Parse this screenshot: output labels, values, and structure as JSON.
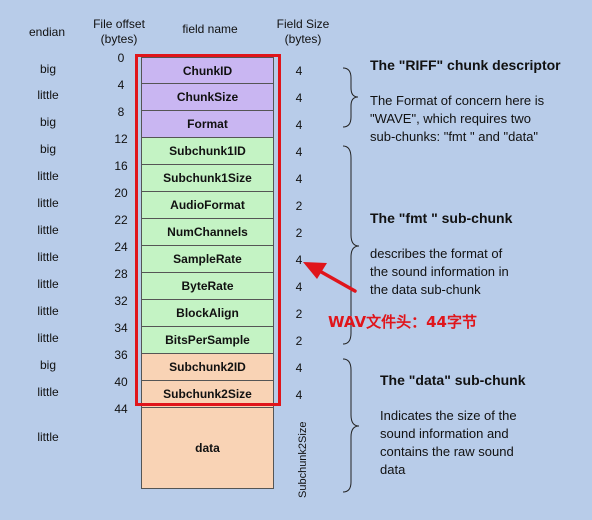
{
  "headers": {
    "endian": "endian",
    "offset_line1": "File offset",
    "offset_line2": "(bytes)",
    "field": "field name",
    "size_line1": "Field Size",
    "size_line2": "(bytes)"
  },
  "offsets": [
    "0",
    "4",
    "8",
    "12",
    "16",
    "20",
    "22",
    "24",
    "28",
    "32",
    "34",
    "36",
    "40",
    "44"
  ],
  "rows": [
    {
      "endian": "big",
      "name": "ChunkID",
      "size": "4"
    },
    {
      "endian": "little",
      "name": "ChunkSize",
      "size": "4"
    },
    {
      "endian": "big",
      "name": "Format",
      "size": "4"
    },
    {
      "endian": "big",
      "name": "Subchunk1ID",
      "size": "4"
    },
    {
      "endian": "little",
      "name": "Subchunk1Size",
      "size": "4"
    },
    {
      "endian": "little",
      "name": "AudioFormat",
      "size": "2"
    },
    {
      "endian": "little",
      "name": "NumChannels",
      "size": "2"
    },
    {
      "endian": "little",
      "name": "SampleRate",
      "size": "4"
    },
    {
      "endian": "little",
      "name": "ByteRate",
      "size": "4"
    },
    {
      "endian": "little",
      "name": "BlockAlign",
      "size": "2"
    },
    {
      "endian": "little",
      "name": "BitsPerSample",
      "size": "2"
    },
    {
      "endian": "big",
      "name": "Subchunk2ID",
      "size": "4"
    },
    {
      "endian": "little",
      "name": "Subchunk2Size",
      "size": "4"
    },
    {
      "endian": "little",
      "name": "data",
      "size": "Subchunk2Size"
    }
  ],
  "sections": {
    "riff": {
      "title": "The \"RIFF\" chunk descriptor",
      "lines": [
        "The Format of concern here is",
        "\"WAVE\", which requires two",
        "sub-chunks: \"fmt \" and \"data\""
      ]
    },
    "fmt": {
      "title": "The \"fmt \" sub-chunk",
      "lines": [
        "describes the format of",
        "the sound information in",
        "the data sub-chunk"
      ]
    },
    "data": {
      "title": "The \"data\" sub-chunk",
      "lines": [
        "Indicates the size of the",
        "sound information and",
        "contains the raw sound",
        "data"
      ]
    }
  },
  "annotation": "WAV文件头：44字节",
  "colors": {
    "background": "#b8cce9",
    "riff": "#c9b6f2",
    "fmt": "#c4f3c4",
    "data": "#f9d3b5",
    "highlight": "#e0151b"
  }
}
